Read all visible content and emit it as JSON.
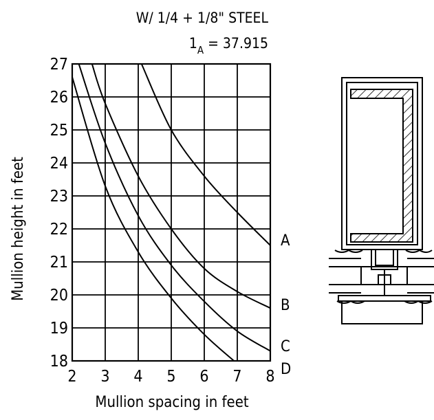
{
  "chart_data": {
    "type": "line",
    "title_line1": "W/ 1/4 + 1/8\" STEEL",
    "title_line2_base": "1",
    "title_line2_sub": "A",
    "title_line2_rest": " = 37.915",
    "xlabel": "Mullion spacing in feet",
    "ylabel": "Mullion height in feet",
    "xlim": [
      2,
      8
    ],
    "ylim": [
      18,
      27
    ],
    "x_ticks": [
      "2",
      "3",
      "4",
      "5",
      "6",
      "7",
      "8"
    ],
    "y_ticks": [
      "18",
      "19",
      "20",
      "21",
      "22",
      "23",
      "24",
      "25",
      "26",
      "27"
    ],
    "grid": true,
    "series": [
      {
        "name": "A",
        "x": [
          4.1,
          5.0,
          6.0,
          7.0,
          8.0
        ],
        "y": [
          27.0,
          25.0,
          23.6,
          22.5,
          21.5
        ]
      },
      {
        "name": "B",
        "x": [
          2.6,
          3.0,
          4.0,
          5.0,
          6.0,
          7.0,
          8.0
        ],
        "y": [
          27.0,
          25.8,
          23.6,
          22.0,
          20.8,
          20.1,
          19.6
        ]
      },
      {
        "name": "C",
        "x": [
          2.2,
          3.0,
          4.0,
          5.0,
          6.0,
          7.0,
          8.0
        ],
        "y": [
          27.0,
          24.6,
          22.4,
          20.9,
          19.8,
          18.9,
          18.3
        ]
      },
      {
        "name": "D",
        "x": [
          2.0,
          3.0,
          4.0,
          5.0,
          6.0,
          6.9
        ],
        "y": [
          26.6,
          23.3,
          21.3,
          19.9,
          18.8,
          18.0
        ]
      }
    ]
  }
}
